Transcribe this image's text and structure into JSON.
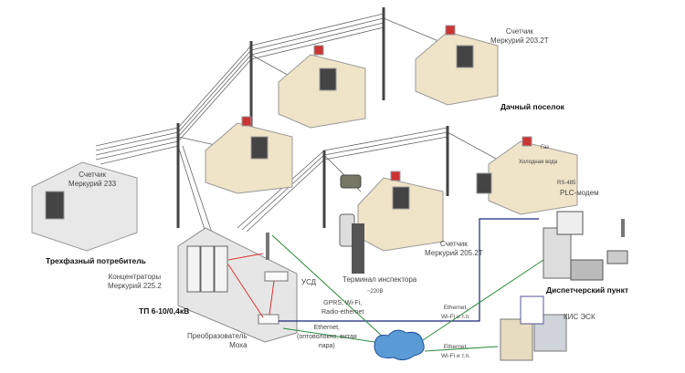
{
  "labels": {
    "meter_203": "Счетчик\nМеркурий 203.2Т",
    "village": "Дачный поселок",
    "meter_233": "Счетчик\nМеркурий 233",
    "three_phase": "Трехфазный потребитель",
    "concentrators": "Концентраторы\nМеркурий 225.2",
    "substation": "ТП 6-10/0,4кВ",
    "converter": "Преобразователь\nМоха",
    "usd": "УСД",
    "gprs": "GPRS, Wi-Fi,\nRadio-ethernet",
    "ethernet_fiber": "Ethernet,\n(оптоволокно, витая\nпара)",
    "v220": "~220В",
    "terminal": "Терминал инспектора",
    "meter_205": "Счетчик\nМеркурий 205.2Т",
    "gas": "Газ",
    "cold_water": "Холодная вода",
    "rs485": "RS-485",
    "plc": "PLC-модем",
    "dispatch": "Диспетчерский пункт",
    "eth_wifi_1": "Ethernet,\nWi-Fi и т.п.",
    "eth_wifi_2": "Ethernet,\nWi-Fi и т.п.",
    "kis": "КИС ЭСК"
  },
  "colors": {
    "power_line": "#555555",
    "data_link": "#2a8a3a",
    "rs_link": "#d33333",
    "plc_link": "#1a237e",
    "house_wall": "#efe3c8",
    "roof": "#e9e9e9"
  }
}
